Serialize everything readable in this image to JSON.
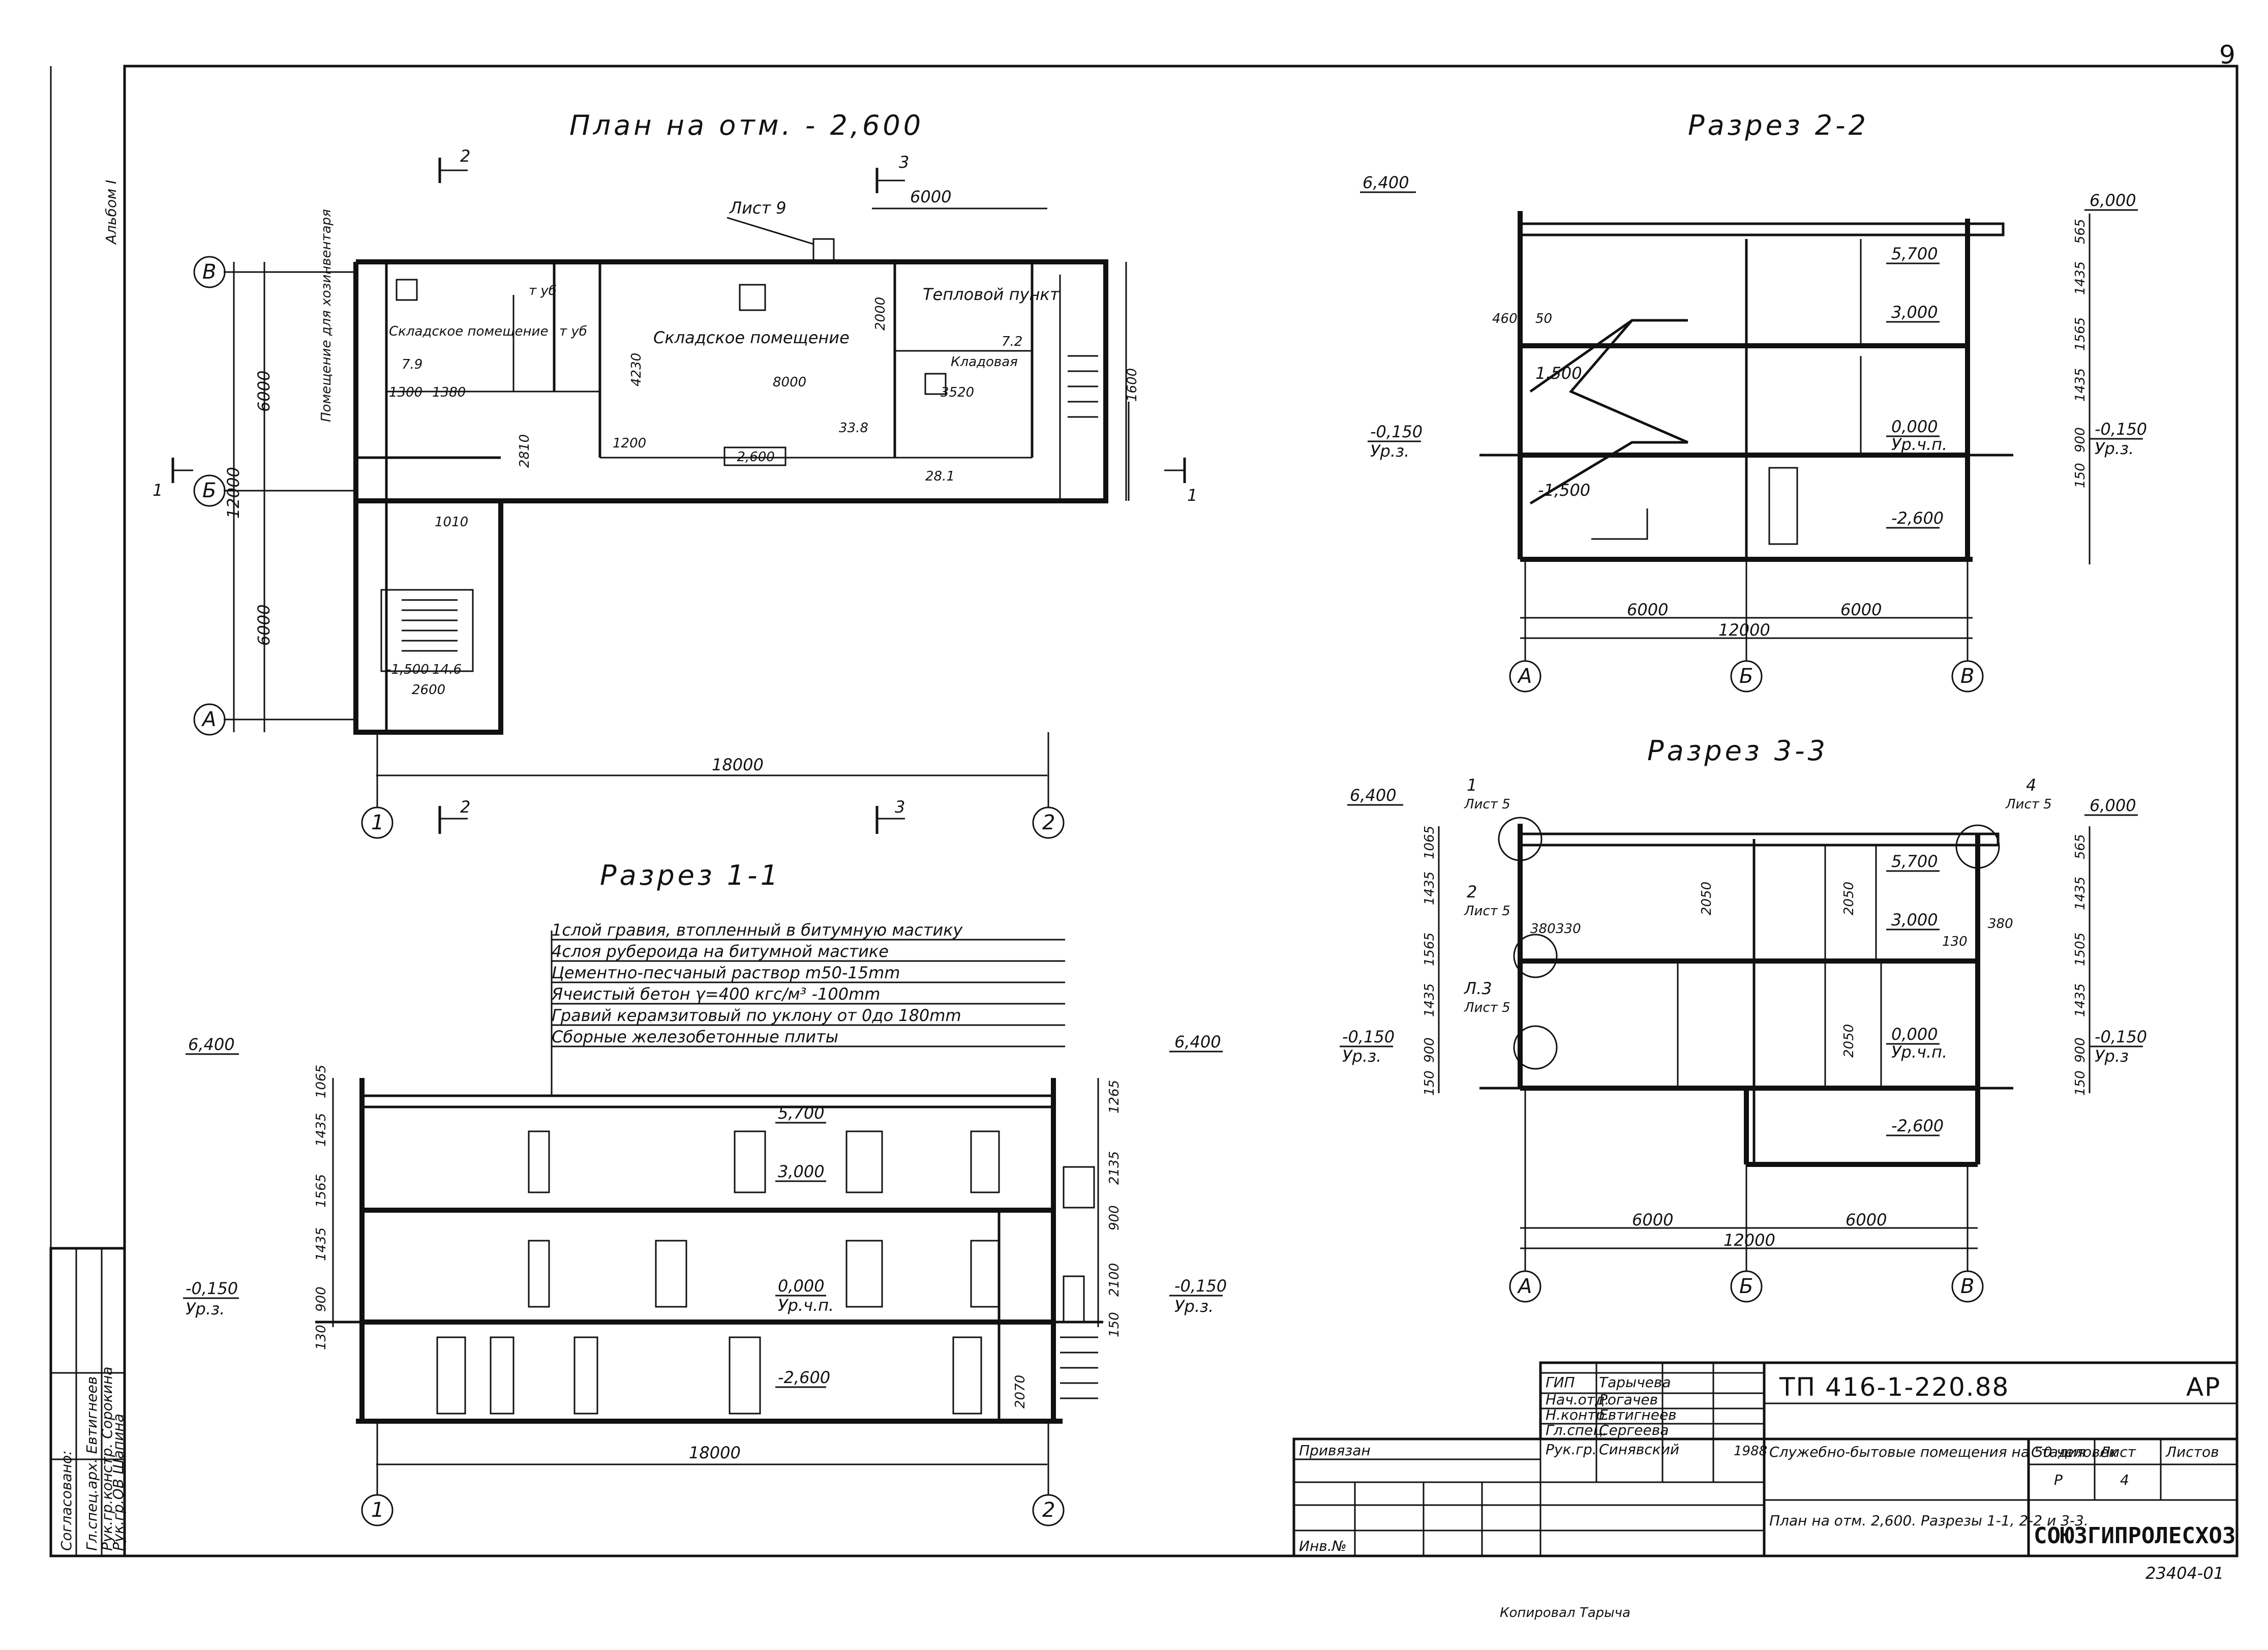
{
  "sheet_number": "9",
  "album": "Альбом I",
  "plan": {
    "title": "План на отм. - 2,600",
    "sheet_ref": "Лист 9",
    "rooms": {
      "storage_small": "Складское помещение",
      "storage_small_area": "7.9",
      "storage_big": "Складское помещение",
      "boiler": "Тепловой пункт",
      "pantry": "Кладовая",
      "pantry_area": "7.2",
      "inventory": "Помещение для хозинвентаря",
      "wc": "т уб",
      "wc2": "т уб",
      "corridor_area": "33.8",
      "corridor2_area": "28.1",
      "level_mark": "-2,600",
      "stair_mark": "-1,500",
      "stair_area": "14.6"
    },
    "dims": {
      "d6000": "6000",
      "d18000": "18000",
      "d12000": "12000",
      "d6000a": "6000",
      "d6000b": "6000",
      "d8000": "8000",
      "d2600": "2600",
      "d3520": "3520",
      "d1600": "1600",
      "d4230": "4230",
      "d2810": "2810",
      "d2000": "2000",
      "d1010": "1010",
      "d1200": "1200",
      "d1380": "1380",
      "d1300": "1300"
    },
    "section_marks": [
      "2",
      "3",
      "1",
      "1",
      "2",
      "3"
    ],
    "axes": {
      "v": "В",
      "b": "Б",
      "a": "А",
      "one": "1",
      "two": "2"
    }
  },
  "section11": {
    "title": "Разрез 1-1",
    "layers": [
      "1слой гравия, втопленный в битумную мастику",
      "4слоя рубероида на битумной мастике",
      "Цементно-песчаный раствор m50-15mm",
      "Ячеистый бетон γ=400 кгс/м³ -100mm",
      "Гравий керамзитовый по уклону от 0до 180mm",
      "Сборные железобетонные плиты"
    ],
    "marks": {
      "top_l": "6,400",
      "top_r": "6,400",
      "m5700": "5,700",
      "m3000": "3,000",
      "m0000": "0,000",
      "urch": "Ур.ч.п.",
      "m0150l": "-0,150",
      "m0150r": "-0,150",
      "urz_l": "Ур.з.",
      "urz_r": "Ур.з.",
      "m2600": "-2,600"
    },
    "dims_left": [
      "1065",
      "1435",
      "1565",
      "1435",
      "900",
      "130"
    ],
    "dims_right": [
      "1265",
      "2135",
      "900",
      "2100",
      "150",
      "2070"
    ],
    "overall": "18000",
    "axes": {
      "one": "1",
      "two": "2"
    }
  },
  "section22": {
    "title": "Разрез 2-2",
    "marks": {
      "top_l": "6,400",
      "top_r": "6,000",
      "m5700": "5,700",
      "m3000": "3,000",
      "m1500": "1,500",
      "m0000": "0,000",
      "urch": "Ур.ч.п.",
      "m0150l": "-0,150",
      "m0150r": "-0,150",
      "urz_l": "Ур.з.",
      "urz_r": "Ур.з.",
      "m1500b": "-1,500",
      "m2600": "-2,600"
    },
    "dims_right": [
      "565",
      "1435",
      "1565",
      "1435",
      "900",
      "150"
    ],
    "dims": {
      "d1": "6000",
      "d2": "6000",
      "total": "12000"
    },
    "wall": [
      "460",
      "50"
    ],
    "axes": {
      "a": "А",
      "b": "Б",
      "v": "В"
    }
  },
  "section33": {
    "title": "Разрез 3-3",
    "marks": {
      "top_l": "6,400",
      "top_r": "6,000",
      "m5700": "5,700",
      "m3000": "3,000",
      "m0000": "0,000",
      "urch": "Ур.ч.п.",
      "m0150l": "-0,150",
      "m0150r": "-0,150",
      "urz_l": "Ур.з.",
      "urz_r": "Ур.з",
      "m2600": "-2,600"
    },
    "callouts": {
      "c1": "1",
      "c1s": "Лист 5",
      "c2": "2",
      "c2s": "Лист 5",
      "c3": "Л.3",
      "c3s": "Лист 5",
      "c4": "4",
      "c4s": "Лист 5"
    },
    "dims_left": [
      "1065",
      "1435",
      "1565",
      "1435",
      "900",
      "150"
    ],
    "dims_right": [
      "565",
      "1435",
      "1505",
      "1435",
      "900",
      "150"
    ],
    "heights": [
      "2050",
      "2050",
      "2050"
    ],
    "wall": [
      "380",
      "330",
      "380",
      "130"
    ],
    "dims": {
      "d1": "6000",
      "d2": "6000",
      "total": "12000"
    },
    "axes": {
      "a": "А",
      "b": "Б",
      "v": "В"
    }
  },
  "approval": {
    "title": "Согласовано:",
    "rows": [
      "Гл.спец.арх. Евтигнеев",
      "Рук.гр.констр. Сорокина",
      "Рук.гр.ОВ Шапина"
    ]
  },
  "title_block": {
    "code": "ТП 416-1-220.88",
    "stage_code": "АР",
    "roles": [
      "ГИП",
      "Нач.отд.",
      "Н.контр.",
      "Гл.спец.",
      "Рук.гр."
    ],
    "names": [
      "Тарычева",
      "Рогачев",
      "Евтигнеев",
      "Сергеева",
      "Синявский"
    ],
    "year": "1988",
    "project": "Служебно-бытовые помещения на 50 человек",
    "stage_h": "Стадия",
    "sheet_h": "Лист",
    "sheets_h": "Листов",
    "stage": "Р",
    "sheet": "4",
    "content": "План на отм. 2,600. Разрезы 1-1, 2-2 и 3-3.",
    "org": "СОЮЗГИПРОЛЕСХОЗ",
    "attached": "Привязан",
    "inv": "Инв.№",
    "doc_no": "23404-01",
    "copied": "Копировал Тарыча"
  }
}
